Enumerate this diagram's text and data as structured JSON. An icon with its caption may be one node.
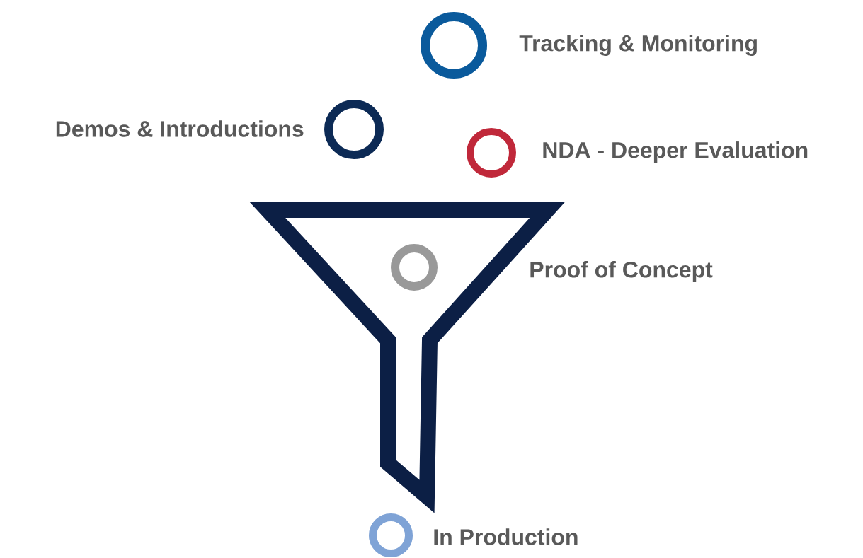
{
  "diagram": {
    "nodes": [
      {
        "text": [],
        "shape": "circle",
        "beside": [
          "Tracking & Monitoring"
        ]
      },
      {
        "text": [],
        "shape": "circle",
        "beside": [
          "Demos & Introductions"
        ]
      },
      {
        "text": [],
        "shape": "circle",
        "beside": [
          "NDA - Deeper Evaluation"
        ]
      },
      {
        "text": [],
        "shape": "circle"
      },
      {
        "text": [],
        "shape": "circle",
        "beside": [
          "In Production"
        ]
      }
    ],
    "labels": [
      "Proof of Concept"
    ]
  }
}
